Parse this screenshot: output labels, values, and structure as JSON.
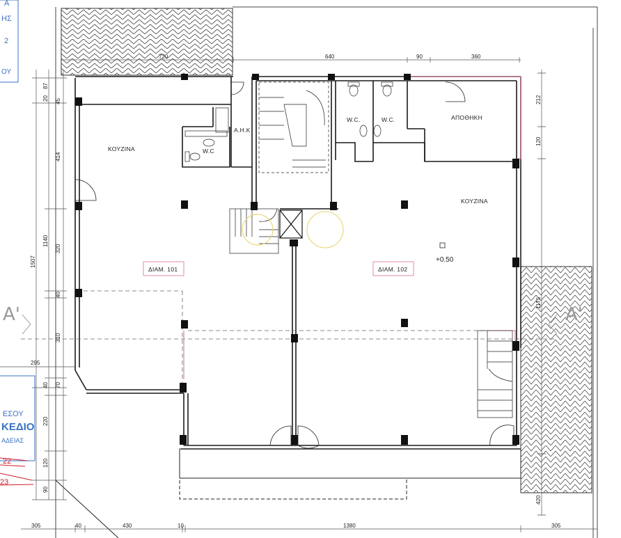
{
  "rooms": {
    "kitchen_left": "ΚΟΥΖΙΝΑ",
    "kitchen_right": "ΚΟΥΖΙΝΑ",
    "storage": "ΑΠΟΘΗΚΗ",
    "wc_left": "W.C",
    "wc_center_1": "W.C.",
    "wc_center_2": "W.C.",
    "ahk": "Α.Η.Κ",
    "apt_101": "ΔΙΑΜ. 101",
    "apt_102": "ΔΙΑΜ. 102"
  },
  "elevation_mark": "+0.50",
  "section_marker_left": "A'",
  "section_marker_right": "A'",
  "dimensions": {
    "top": [
      "720",
      "640",
      "90",
      "360"
    ],
    "bottom": [
      "305",
      "40",
      "430",
      "10",
      "1380",
      "305"
    ],
    "left_outer": "1507",
    "left_mid": "1140",
    "left_inner": [
      "20",
      "87",
      "45",
      "414",
      "320",
      "40",
      "310",
      "40",
      "70",
      "220",
      "120",
      "90"
    ],
    "left_horizontal": "295",
    "right": [
      "212",
      "120",
      "1175",
      "420"
    ]
  },
  "stamp_left": {
    "lines_top": [
      "Α",
      "ΗΣ",
      "2",
      "ΟΥ"
    ],
    "lines_bottom": [
      "ΕΣΟΥ",
      "ΚΕΔΙΟ",
      "ΑΔΕΙΑΣ"
    ],
    "handwritten": [
      "22",
      "23"
    ]
  },
  "colors": {
    "line": "#1a1a1a",
    "pink_annotation": "#d9708a",
    "stair_yellow": "#e7d36a",
    "stamp_blue": "#3a72c4",
    "hand_red": "#d01c2c"
  }
}
